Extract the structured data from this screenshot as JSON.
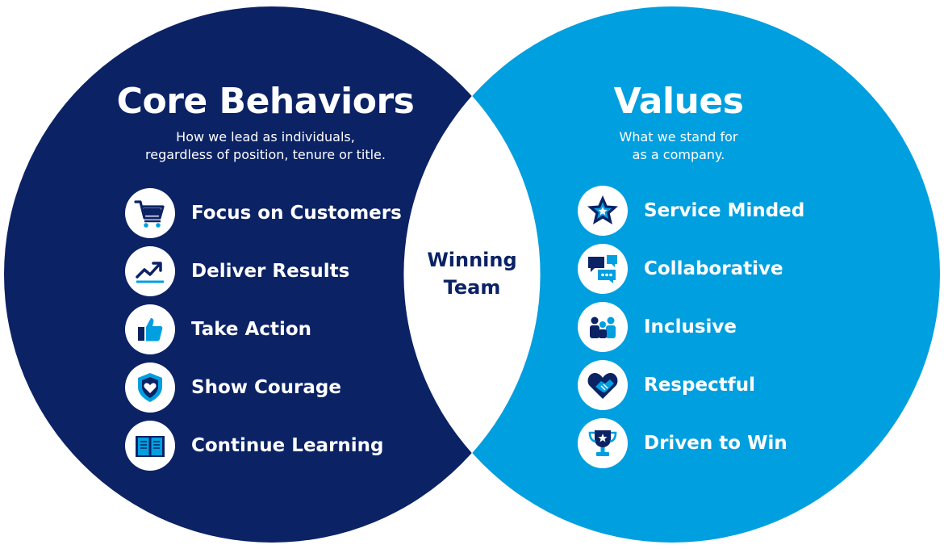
{
  "core_behaviors": {
    "title": "Core Behaviors",
    "subtitle_line1": "How we lead as individuals,",
    "subtitle_line2": "regardless of position, tenure or title.",
    "color": "#0b2265",
    "items": [
      {
        "label": "Focus on Customers",
        "icon": "shopping-cart-icon"
      },
      {
        "label": "Deliver Results",
        "icon": "trending-up-icon"
      },
      {
        "label": "Take Action",
        "icon": "thumbs-up-icon"
      },
      {
        "label": "Show Courage",
        "icon": "shield-heart-icon"
      },
      {
        "label": "Continue Learning",
        "icon": "open-book-icon"
      }
    ]
  },
  "values": {
    "title": "Values",
    "subtitle_line1": "What we stand for",
    "subtitle_line2": "as a company.",
    "color": "#009fdf",
    "items": [
      {
        "label": "Service Minded",
        "icon": "star-icon"
      },
      {
        "label": "Collaborative",
        "icon": "chat-bubbles-icon"
      },
      {
        "label": "Inclusive",
        "icon": "people-group-icon"
      },
      {
        "label": "Respectful",
        "icon": "handshake-heart-icon"
      },
      {
        "label": "Driven to Win",
        "icon": "trophy-icon"
      }
    ]
  },
  "overlap": {
    "line1": "Winning",
    "line2": "Team"
  }
}
